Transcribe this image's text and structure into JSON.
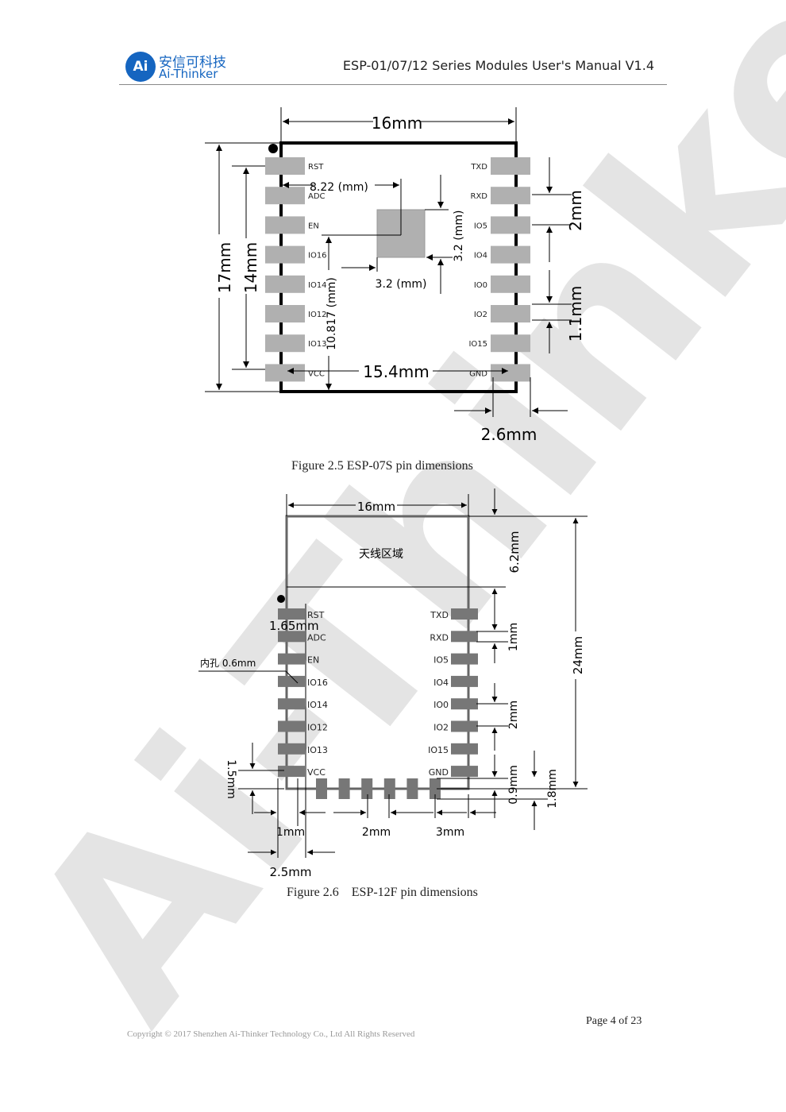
{
  "header": {
    "logo_mark": "Ai",
    "logo_cn": "安信可科技",
    "logo_en": "Ai-Thinker",
    "doc_title": "ESP-01/07/12 Series Modules User's Manual V1.4"
  },
  "figure1": {
    "caption": "Figure 2.5 ESP-07S pin dimensions",
    "dims": {
      "width": "16mm",
      "height_outer": "17mm",
      "height_pins": "14mm",
      "shield_x": "8.22 (mm)",
      "shield_y": "10.817 (mm)",
      "chip_w": "3.2 (mm)",
      "chip_h": "3.2 (mm)",
      "inner_width": "15.4mm",
      "pitch": "2mm",
      "pad_w": "1.1mm",
      "pad_offset": "2.6mm"
    },
    "left_pins": [
      "RST",
      "ADC",
      "EN",
      "IO16",
      "IO14",
      "IO12",
      "IO13",
      "VCC"
    ],
    "right_pins": [
      "TXD",
      "RXD",
      "IO5",
      "IO4",
      "IO0",
      "IO2",
      "IO15",
      "GND"
    ]
  },
  "figure2": {
    "caption": "Figure 2.6    ESP-12F pin dimensions",
    "antenna_label": "天线区域",
    "hole_label": "内孔 0.6mm",
    "dims": {
      "width": "16mm",
      "antenna_h": "6.2mm",
      "total_h": "24mm",
      "pin_offset": "1.65mm",
      "pad_pitch_r": "1mm",
      "pitch_r": "2mm",
      "bottom_gap": "0.9mm",
      "bottom_pad": "1.8mm",
      "left_pad": "1.5mm",
      "b_pad_w": "1mm",
      "b_pitch": "2mm",
      "b_edge": "3mm",
      "b_first": "2.5mm"
    },
    "left_pins": [
      "RST",
      "ADC",
      "EN",
      "IO16",
      "IO14",
      "IO12",
      "IO13",
      "VCC"
    ],
    "right_pins": [
      "TXD",
      "RXD",
      "IO5",
      "IO4",
      "IO0",
      "IO2",
      "IO15",
      "GND"
    ]
  },
  "watermark": "Ai-Thinker",
  "footer": {
    "page": "Page 4 of 23",
    "copyright": "Copyright © 2017 Shenzhen Ai-Thinker Technology Co., Ltd All Rights Reserved"
  }
}
